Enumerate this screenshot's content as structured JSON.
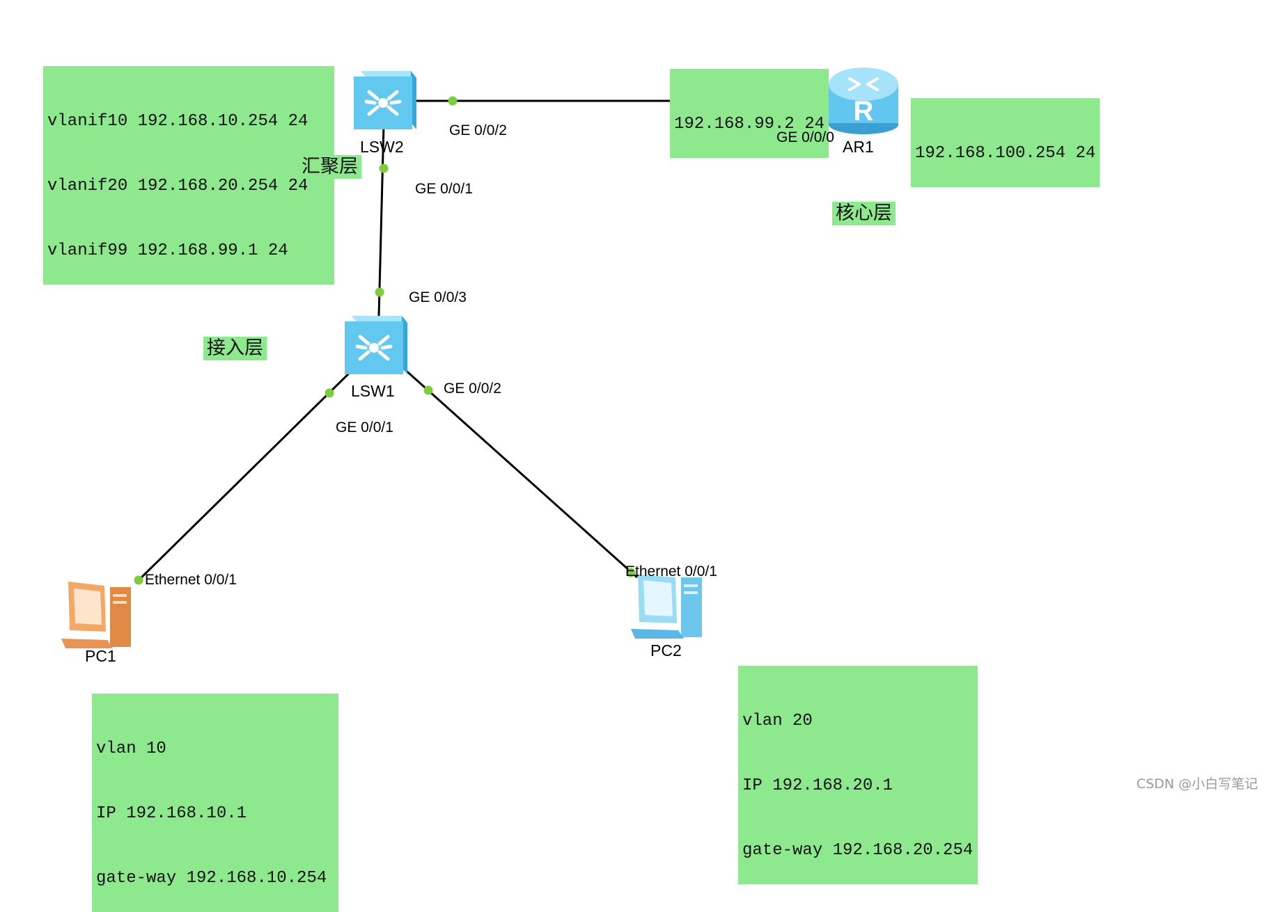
{
  "devices": {
    "lsw2": "LSW2",
    "ar1": "AR1",
    "lsw1": "LSW1",
    "pc1": "PC1",
    "pc2": "PC2"
  },
  "layers": {
    "aggregation": "汇聚层",
    "core": "核心层",
    "access": "接入层"
  },
  "ports": {
    "lsw2_ge002": "GE 0/0/2",
    "lsw2_ge001": "GE 0/0/1",
    "ar1_ge000": "GE 0/0/0",
    "lsw1_ge003": "GE 0/0/3",
    "lsw1_ge002": "GE 0/0/2",
    "lsw1_ge001": "GE 0/0/1",
    "pc1_eth": "Ethernet 0/0/1",
    "pc2_eth": "Ethernet 0/0/1"
  },
  "notes": {
    "lsw2_vlanif": [
      "vlanif10 192.168.10.254 24",
      "vlanif20 192.168.20.254 24",
      "vlanif99 192.168.99.1 24"
    ],
    "ar1_uplink": "192.168.99.2 24",
    "ar1_lan": "192.168.100.254 24",
    "pc1": [
      "vlan 10",
      "IP 192.168.10.1",
      "gate-way 192.168.10.254"
    ],
    "pc2": [
      "vlan 20",
      "IP 192.168.20.1",
      "gate-way 192.168.20.254"
    ]
  },
  "watermark": "CSDN @小白写笔记",
  "colors": {
    "note_bg": "#8ee88e",
    "link_dot": "#7ccc3c",
    "switch_blue": "#5ec8f0",
    "router_blue": "#6fd0f4",
    "pc1_orange": "#f0a060",
    "pc2_blue": "#8ad8f4"
  },
  "icons": {
    "lsw2": "switch-icon",
    "lsw1": "switch-icon",
    "ar1": "router-icon",
    "pc1": "pc-icon",
    "pc2": "pc-icon"
  }
}
